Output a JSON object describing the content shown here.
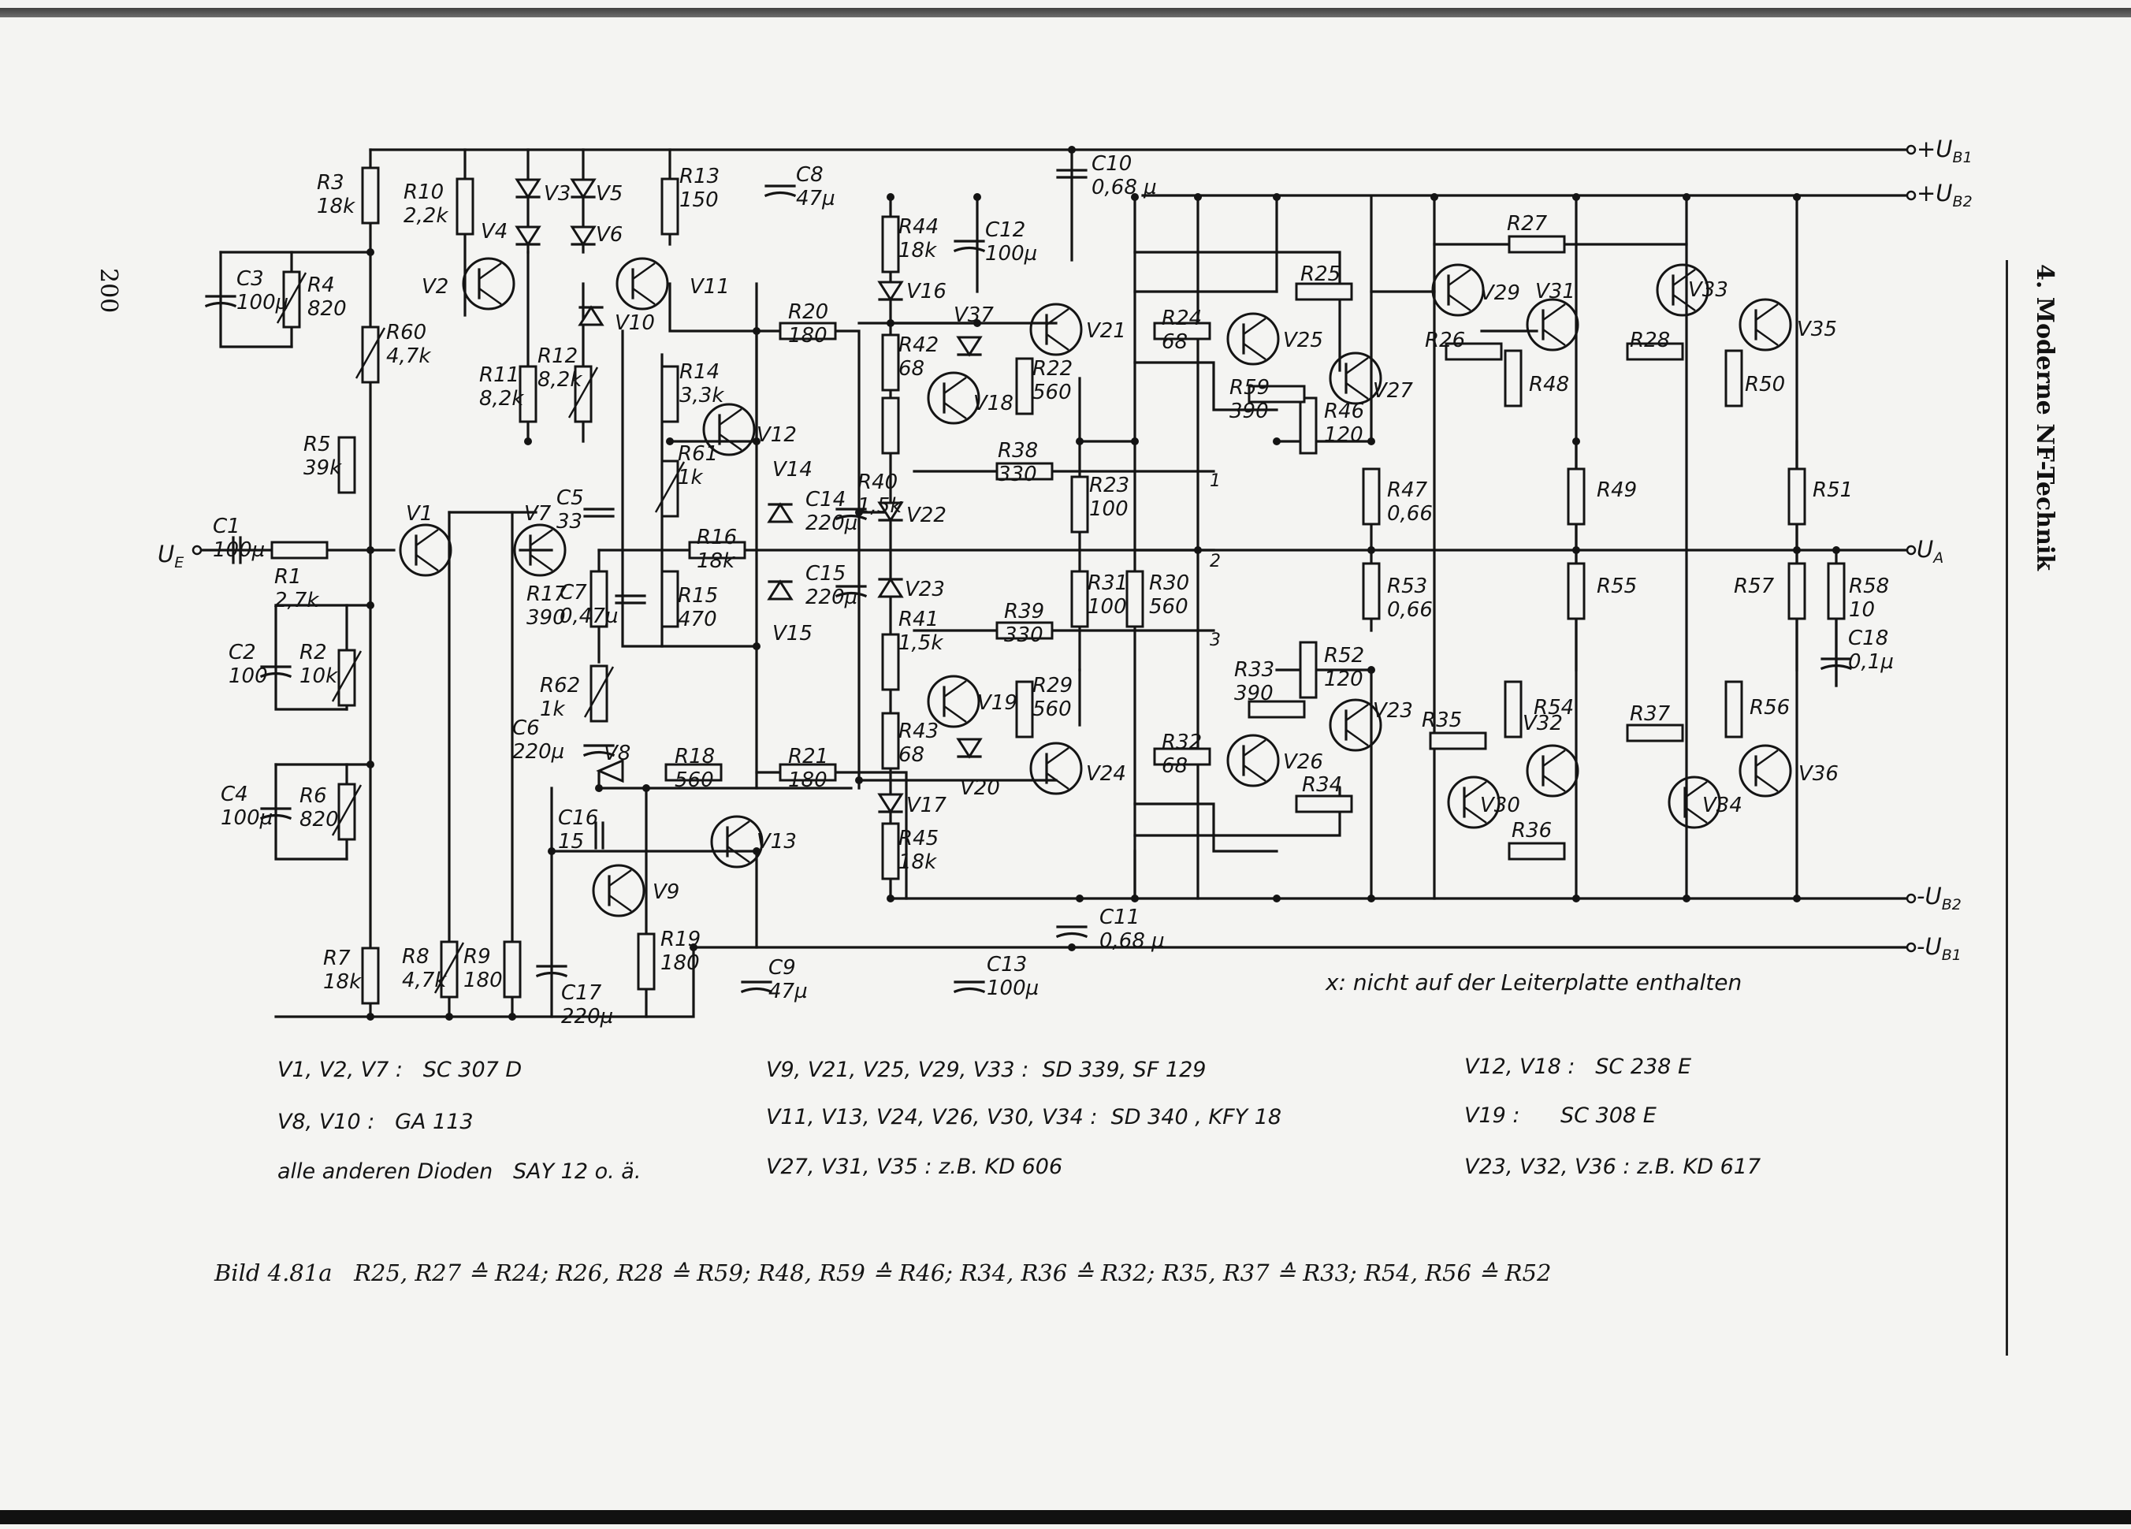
{
  "page_number": "200",
  "chapter_title": "4. Moderne NF-Technik",
  "rails": {
    "ub1_pos": "+U",
    "ub1_pos_sub": "B1",
    "ub2_pos": "+U",
    "ub2_pos_sub": "B2",
    "ub2_neg": "-U",
    "ub2_neg_sub": "B2",
    "ub1_neg": "-U",
    "ub1_neg_sub": "B1",
    "input": "U",
    "input_sub": "E",
    "output": "U",
    "output_sub": "A"
  },
  "node_marks": [
    "1",
    "2",
    "3"
  ],
  "note": "x: nicht auf der Leiterplatte enthalten",
  "parts_list": [
    {
      "designators": "V1, V2, V7 :",
      "type": "SC 307 D"
    },
    {
      "designators": "V8, V10    :",
      "type": "GA 113"
    },
    {
      "designators": "alle anderen Dioden",
      "type": "SAY 12 o. ä."
    },
    {
      "designators": "V9, V21, V25, V29, V33 :",
      "type": "SD 339, SF 129"
    },
    {
      "designators": "V11, V13, V24, V26, V30, V34 :",
      "type": "SD 340 , KFY 18"
    },
    {
      "designators": "V27, V31, V35 :",
      "type": "z.B. KD 606"
    },
    {
      "designators": "V12, V18 :",
      "type": "SC 238 E"
    },
    {
      "designators": "V19 :",
      "type": "SC 308 E"
    },
    {
      "designators": "V23, V32, V36 :",
      "type": "z.B. KD 617"
    }
  ],
  "caption": {
    "figure": "Bild 4.81a",
    "equivalences": "R25, R27 ≙ R24;   R26, R28 ≙ R59;   R48, R59 ≙ R46;   R34, R36 ≙ R32;   R35, R37 ≙ R33;   R54, R56 ≙ R52"
  },
  "components": {
    "resistors": [
      {
        "ref": "R1",
        "value": "2,7k"
      },
      {
        "ref": "R2",
        "value": "10k"
      },
      {
        "ref": "R3",
        "value": "18k"
      },
      {
        "ref": "R4",
        "value": "820"
      },
      {
        "ref": "R5",
        "value": "39k"
      },
      {
        "ref": "R6",
        "value": "820"
      },
      {
        "ref": "R7",
        "value": "18k"
      },
      {
        "ref": "R8",
        "value": "4,7k"
      },
      {
        "ref": "R9",
        "value": "180"
      },
      {
        "ref": "R10",
        "value": "2,2k"
      },
      {
        "ref": "R11",
        "value": "8,2k"
      },
      {
        "ref": "R12",
        "value": "8,2k"
      },
      {
        "ref": "R13",
        "value": "150"
      },
      {
        "ref": "R14",
        "value": "3,3k"
      },
      {
        "ref": "R15",
        "value": "470"
      },
      {
        "ref": "R16",
        "value": "18k"
      },
      {
        "ref": "R17",
        "value": "390"
      },
      {
        "ref": "R18",
        "value": "560"
      },
      {
        "ref": "R19",
        "value": "180"
      },
      {
        "ref": "R20",
        "value": "180"
      },
      {
        "ref": "R21",
        "value": "180"
      },
      {
        "ref": "R22",
        "value": "560"
      },
      {
        "ref": "R23",
        "value": "100"
      },
      {
        "ref": "R24",
        "value": "68"
      },
      {
        "ref": "R25",
        "value": ""
      },
      {
        "ref": "R26",
        "value": ""
      },
      {
        "ref": "R27",
        "value": ""
      },
      {
        "ref": "R28",
        "value": ""
      },
      {
        "ref": "R29",
        "value": "560"
      },
      {
        "ref": "R30",
        "value": "560"
      },
      {
        "ref": "R31",
        "value": "100"
      },
      {
        "ref": "R32",
        "value": "68"
      },
      {
        "ref": "R33",
        "value": "390"
      },
      {
        "ref": "R34",
        "value": ""
      },
      {
        "ref": "R35",
        "value": ""
      },
      {
        "ref": "R36",
        "value": ""
      },
      {
        "ref": "R37",
        "value": ""
      },
      {
        "ref": "R38",
        "value": "330"
      },
      {
        "ref": "R39",
        "value": "330"
      },
      {
        "ref": "R40",
        "value": "1,5k"
      },
      {
        "ref": "R41",
        "value": "1,5k"
      },
      {
        "ref": "R42",
        "value": "68"
      },
      {
        "ref": "R43",
        "value": "68"
      },
      {
        "ref": "R44",
        "value": "18k"
      },
      {
        "ref": "R45",
        "value": "18k"
      },
      {
        "ref": "R46",
        "value": "120"
      },
      {
        "ref": "R47",
        "value": "0,66"
      },
      {
        "ref": "R48",
        "value": ""
      },
      {
        "ref": "R49",
        "value": ""
      },
      {
        "ref": "R50",
        "value": ""
      },
      {
        "ref": "R51",
        "value": ""
      },
      {
        "ref": "R52",
        "value": "120"
      },
      {
        "ref": "R53",
        "value": "0,66"
      },
      {
        "ref": "R54",
        "value": ""
      },
      {
        "ref": "R55",
        "value": ""
      },
      {
        "ref": "R56",
        "value": ""
      },
      {
        "ref": "R57",
        "value": ""
      },
      {
        "ref": "R58",
        "value": "10"
      },
      {
        "ref": "R59",
        "value": "390"
      },
      {
        "ref": "R60",
        "value": "4,7k"
      },
      {
        "ref": "R61",
        "value": "1k"
      },
      {
        "ref": "R62",
        "value": "1k"
      }
    ],
    "capacitors": [
      {
        "ref": "C1",
        "value": "100µ"
      },
      {
        "ref": "C2",
        "value": "100"
      },
      {
        "ref": "C3",
        "value": "100µ"
      },
      {
        "ref": "C4",
        "value": "100µ"
      },
      {
        "ref": "C5",
        "value": "33"
      },
      {
        "ref": "C6",
        "value": "220µ"
      },
      {
        "ref": "C7",
        "value": "0,47µ"
      },
      {
        "ref": "C8",
        "value": "47µ"
      },
      {
        "ref": "C9",
        "value": "47µ"
      },
      {
        "ref": "C10",
        "value": "0,68 µ"
      },
      {
        "ref": "C11",
        "value": "0,68 µ"
      },
      {
        "ref": "C12",
        "value": "100µ"
      },
      {
        "ref": "C13",
        "value": "100µ"
      },
      {
        "ref": "C14",
        "value": "220µ"
      },
      {
        "ref": "C15",
        "value": "220µ"
      },
      {
        "ref": "C16",
        "value": "15"
      },
      {
        "ref": "C17",
        "value": "220µ"
      },
      {
        "ref": "C18",
        "value": "0,1µ"
      }
    ],
    "transistors": [
      "V1",
      "V2",
      "V7",
      "V9",
      "V11",
      "V12",
      "V13",
      "V18",
      "V19",
      "V21",
      "V23",
      "V24",
      "V25",
      "V26",
      "V27",
      "V29",
      "V30",
      "V31",
      "V32",
      "V33",
      "V34",
      "V35",
      "V36"
    ],
    "diodes": [
      "V3",
      "V4",
      "V5",
      "V6",
      "V8",
      "V10",
      "V14",
      "V15",
      "V16",
      "V17",
      "V20",
      "V22",
      "V37"
    ]
  }
}
